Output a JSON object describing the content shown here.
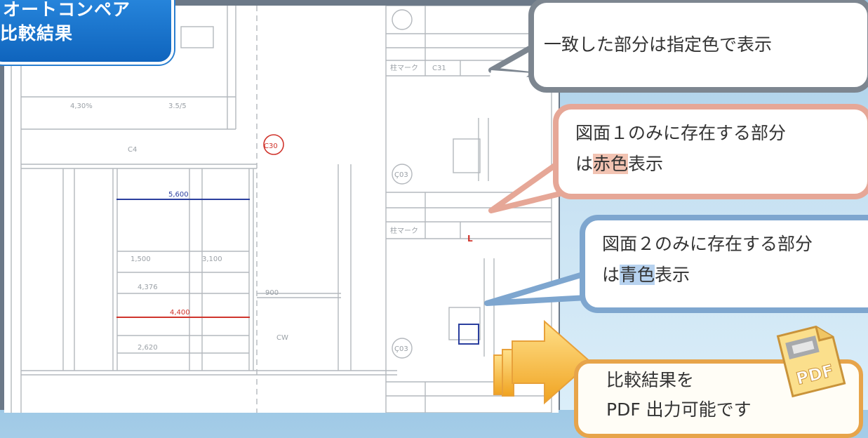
{
  "badge": {
    "line1": "オートコンペア",
    "line2": "比較結果"
  },
  "callouts": {
    "match": {
      "text": "一致した部分は指定色で表示"
    },
    "drawing1": {
      "line1": "図面１のみに存在する部分",
      "line2_pre": "は",
      "line2_hl": "赤色",
      "line2_post": "表示"
    },
    "drawing2": {
      "line1": "図面２のみに存在する部分",
      "line2_pre": "は",
      "line2_hl": "青色",
      "line2_post": "表示"
    },
    "pdf": {
      "line1": "比較結果を",
      "line2": "PDF 出力可能です"
    }
  },
  "drawing": {
    "labels": {
      "dim1": "5,600",
      "dim2": "4,400",
      "c30": "C30",
      "c4": "C4",
      "l1": "L",
      "d430": "4,30%",
      "d355": "3.5/5",
      "k1": "1,500",
      "k2": "3,100",
      "k3": "4,376",
      "k4": "2,620",
      "k5": "Ç03",
      "k6": "Ç03",
      "m1": "柱マーク",
      "m2": "柱マーク",
      "cw": "CW",
      "dd": "900",
      "dc": "C31"
    }
  },
  "pdf_icon": {
    "text": "PDF"
  },
  "colors": {
    "match": "#8a8f96",
    "drawing1": "#d0342c",
    "drawing2": "#2b3f9e",
    "badge": "#1371cc"
  }
}
